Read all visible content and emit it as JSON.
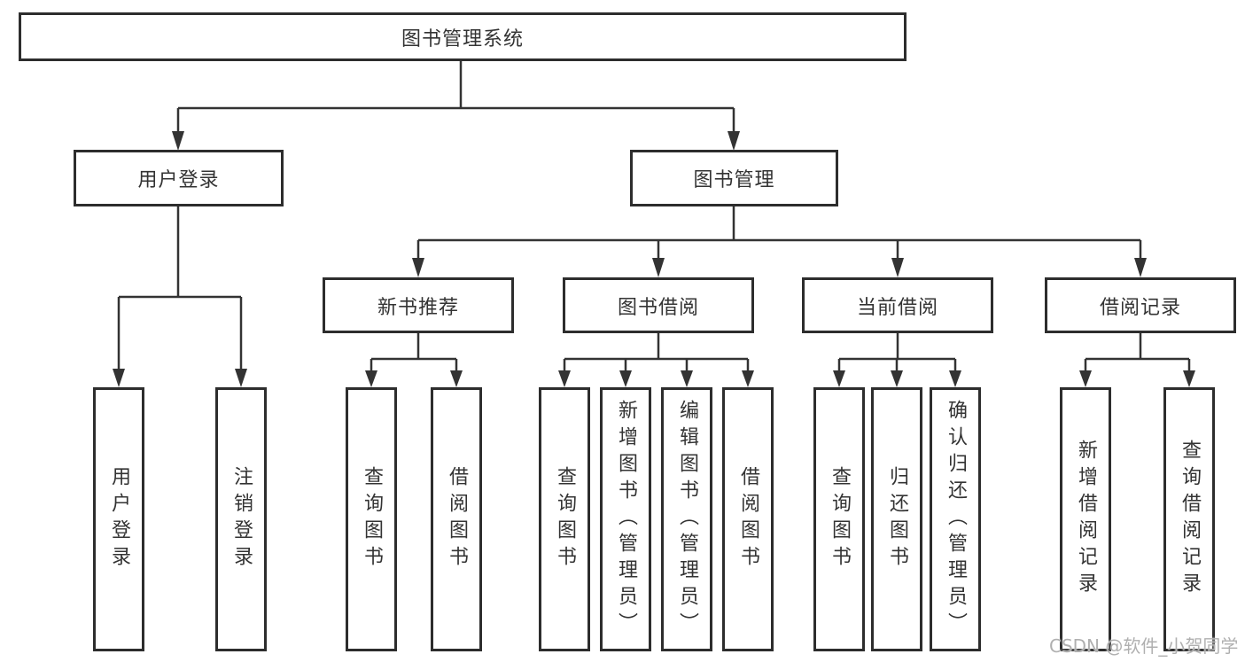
{
  "tree": {
    "root": "图书管理系统",
    "level2": [
      "用户登录",
      "图书管理"
    ],
    "level3": [
      "新书推荐",
      "图书借阅",
      "当前借阅",
      "借阅记录"
    ],
    "leaves": {
      "user_login": [
        "用户登录",
        "注销登录"
      ],
      "new_book": [
        "查询图书",
        "借阅图书"
      ],
      "book_borrow": [
        "查询图书",
        "新增图书（管理员）",
        "编辑图书（管理员）",
        "借阅图书"
      ],
      "current_borrow": [
        "查询图书",
        "归还图书",
        "确认归还（管理员）"
      ],
      "borrow_record": [
        "新增借阅记录",
        "查询借阅记录"
      ]
    }
  },
  "watermark": "CSDN @软件_小贺同学",
  "colors": {
    "line": "#333333",
    "box_border": "#2d2d2d",
    "box_fill": "#ffffff",
    "text": "#333333",
    "watermark": "#b0b0b0",
    "background": "#ffffff"
  }
}
